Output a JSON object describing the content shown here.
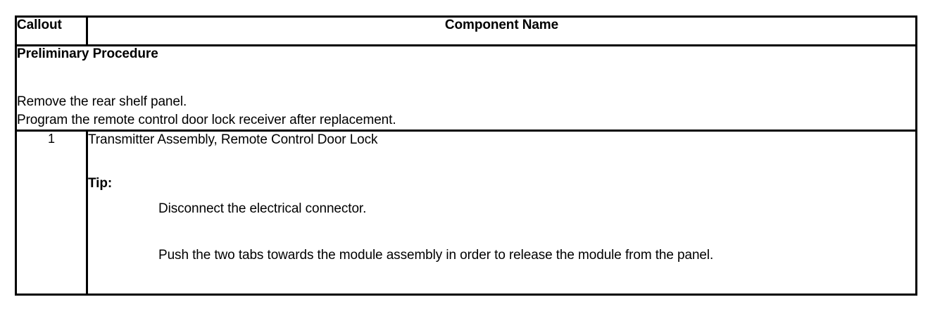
{
  "table": {
    "headers": {
      "callout": "Callout",
      "component_name": "Component Name"
    },
    "preliminary": {
      "heading": "Preliminary Procedure",
      "lines": [
        "Remove the rear shelf panel.",
        "Program the remote control door lock receiver after replacement."
      ]
    },
    "rows": [
      {
        "callout": "1",
        "component_name": "Transmitter Assembly, Remote Control Door Lock",
        "tip_label": "Tip:",
        "tip_steps": [
          "Disconnect the electrical connector.",
          "Push the two tabs towards the module assembly in order to release the module from the panel."
        ]
      }
    ]
  },
  "colors": {
    "border": "#000000",
    "text": "#000000",
    "background": "#ffffff"
  }
}
